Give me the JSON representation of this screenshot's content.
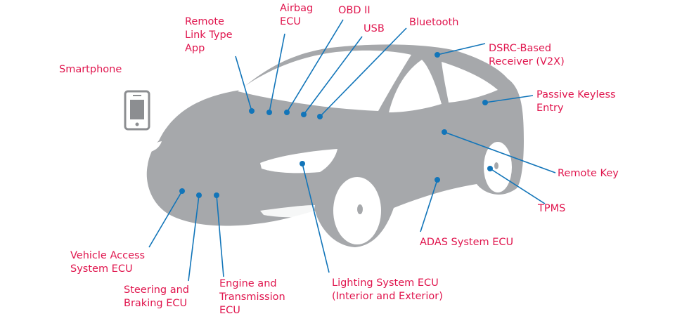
{
  "labels": {
    "smartphone": "Smartphone",
    "remote_link": "Remote\nLink Type\nApp",
    "airbag": "Airbag\nECU",
    "obd": "OBD II",
    "usb": "USB",
    "bluetooth": "Bluetooth",
    "dsrc": "DSRC-Based\nReceiver (V2X)",
    "keyless": "Passive Keyless\nEntry",
    "remote_key": "Remote Key",
    "tpms": "TPMS",
    "adas": "ADAS System ECU",
    "lighting": "Lighting System ECU\n(Interior and Exterior)",
    "engine": "Engine and\nTransmission\nECU",
    "steering": "Steering and\nBraking ECU",
    "vehicle_access": "Vehicle Access\nSystem ECU"
  },
  "colors": {
    "label": "#e0164e",
    "leader": "#1275b9",
    "car_body": "#a6a8ab",
    "phone": "#8c8e91"
  },
  "icons": {
    "phone": "smartphone-icon"
  }
}
